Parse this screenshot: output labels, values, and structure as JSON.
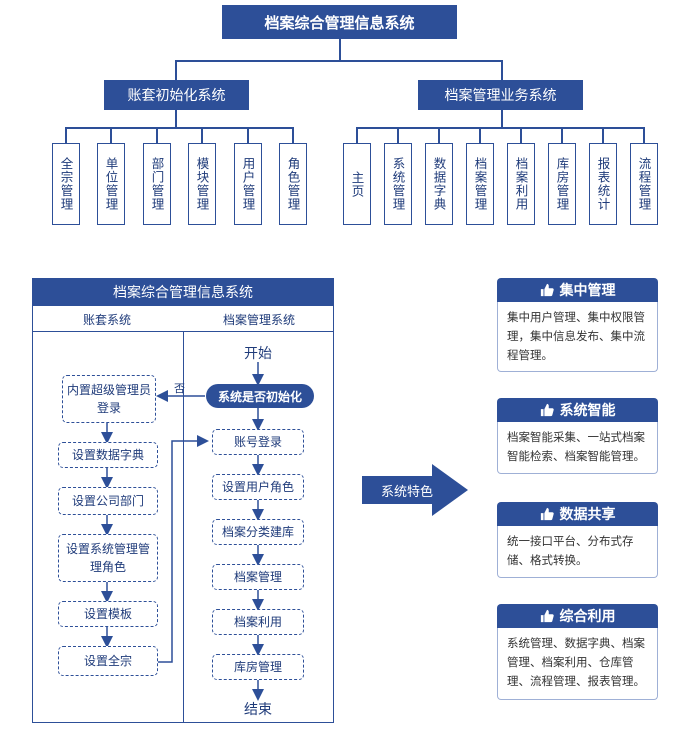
{
  "top_chart": {
    "root": "档案综合管理信息系统",
    "left_branch": {
      "label": "账套初始化系统",
      "children": [
        "全宗管理",
        "单位管理",
        "部门管理",
        "模块管理",
        "用户管理",
        "角色管理"
      ]
    },
    "right_branch": {
      "label": "档案管理业务系统",
      "children": [
        "主页",
        "系统管理",
        "数据字典",
        "档案管理",
        "档案利用",
        "库房管理",
        "报表统计",
        "流程管理"
      ]
    }
  },
  "flow": {
    "title": "档案综合管理信息系统",
    "left_col_header": "账套系统",
    "right_col_header": "档案管理系统",
    "start": "开始",
    "decision": "系统是否初始化",
    "no_label": "否",
    "left_steps": [
      "内置超级管理员登录",
      "设置数据字典",
      "设置公司部门",
      "设置系统管理管理角色",
      "设置模板",
      "设置全宗"
    ],
    "right_steps": [
      "账号登录",
      "设置用户角色",
      "档案分类建库",
      "档案管理",
      "档案利用",
      "库房管理"
    ],
    "end": "结束"
  },
  "arrow_label": "系统特色",
  "features": [
    {
      "title": "集中管理",
      "body": "集中用户管理、集中权限管理，集中信息发布、集中流程管理。"
    },
    {
      "title": "系统智能",
      "body": "档案智能采集、一站式档案智能检索、档案智能管理。"
    },
    {
      "title": "数据共享",
      "body": "统一接口平台、分布式存储、格式转换。"
    },
    {
      "title": "综合利用",
      "body": "系统管理、数据字典、档案管理、档案利用、仓库管理、流程管理、报表管理。"
    }
  ],
  "colors": {
    "navy": "#2d4f98",
    "border": "#9fb0d6"
  }
}
